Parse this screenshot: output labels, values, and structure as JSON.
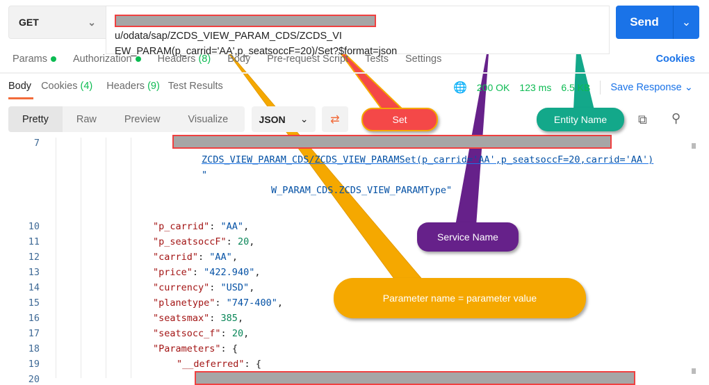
{
  "request": {
    "method": "GET",
    "url_visible_line1": "u/odata/sap/ZCDS_VIEW_PARAM_CDS/ZCDS_VI",
    "url_visible_line2": "EW_PARAM(p_carrid='AA',p_seatsoccF=20)/Set?$format=json",
    "send_label": "Send",
    "tabs": [
      {
        "label": "Params",
        "dot": true
      },
      {
        "label": "Authorization",
        "dot": true
      },
      {
        "label": "Headers",
        "count": "(8)"
      },
      {
        "label": "Body"
      },
      {
        "label": "Pre-request Script"
      },
      {
        "label": "Tests"
      },
      {
        "label": "Settings"
      }
    ],
    "cookies_label": "Cookies"
  },
  "response": {
    "tabs": [
      {
        "label": "Body"
      },
      {
        "label": "Cookies",
        "count": "(4)"
      },
      {
        "label": "Headers",
        "count": "(9)"
      },
      {
        "label": "Test Results"
      }
    ],
    "status": "200 OK",
    "time": "123 ms",
    "size": "6.5 KB",
    "save_label": "Save Response",
    "views": [
      "Pretty",
      "Raw",
      "Preview",
      "Visualize"
    ],
    "format": "JSON"
  },
  "code": {
    "line7": "7",
    "link_text": "ZCDS_VIEW_PARAM_CDS/ZCDS_VIEW_PARAMSet(p_carrid='AA',p_seatsoccF=20,carrid='AA')",
    "quote": "\"",
    "type_text": "W_PARAM_CDS.ZCDS_VIEW_PARAMType\"",
    "lines": [
      {
        "n": "10",
        "k": "\"p_carrid\"",
        "v": "\"AA\"",
        "t": "s",
        "c": ","
      },
      {
        "n": "11",
        "k": "\"p_seatsoccF\"",
        "v": "20",
        "t": "n",
        "c": ","
      },
      {
        "n": "12",
        "k": "\"carrid\"",
        "v": "\"AA\"",
        "t": "s",
        "c": ","
      },
      {
        "n": "13",
        "k": "\"price\"",
        "v": "\"422.940\"",
        "t": "s",
        "c": ","
      },
      {
        "n": "14",
        "k": "\"currency\"",
        "v": "\"USD\"",
        "t": "s",
        "c": ","
      },
      {
        "n": "15",
        "k": "\"planetype\"",
        "v": "\"747-400\"",
        "t": "s",
        "c": ","
      },
      {
        "n": "16",
        "k": "\"seatsmax\"",
        "v": "385",
        "t": "n",
        "c": ","
      },
      {
        "n": "17",
        "k": "\"seatsocc_f\"",
        "v": "20",
        "t": "n",
        "c": ","
      },
      {
        "n": "18",
        "k": "\"Parameters\"",
        "v": "{",
        "t": "p",
        "c": ""
      },
      {
        "n": "19",
        "k": "\"__deferred\"",
        "v": "{",
        "t": "p",
        "c": ""
      },
      {
        "n": "20",
        "k": "",
        "v": "",
        "t": "p",
        "c": ""
      }
    ]
  },
  "annotations": {
    "param": "Parameter name = parameter value",
    "set": "Set",
    "service": "Service Name",
    "entity": "Entity Name",
    "colors": {
      "param": "#f5a800",
      "set": "#f44848",
      "service": "#66218a",
      "entity": "#13a88a"
    }
  }
}
